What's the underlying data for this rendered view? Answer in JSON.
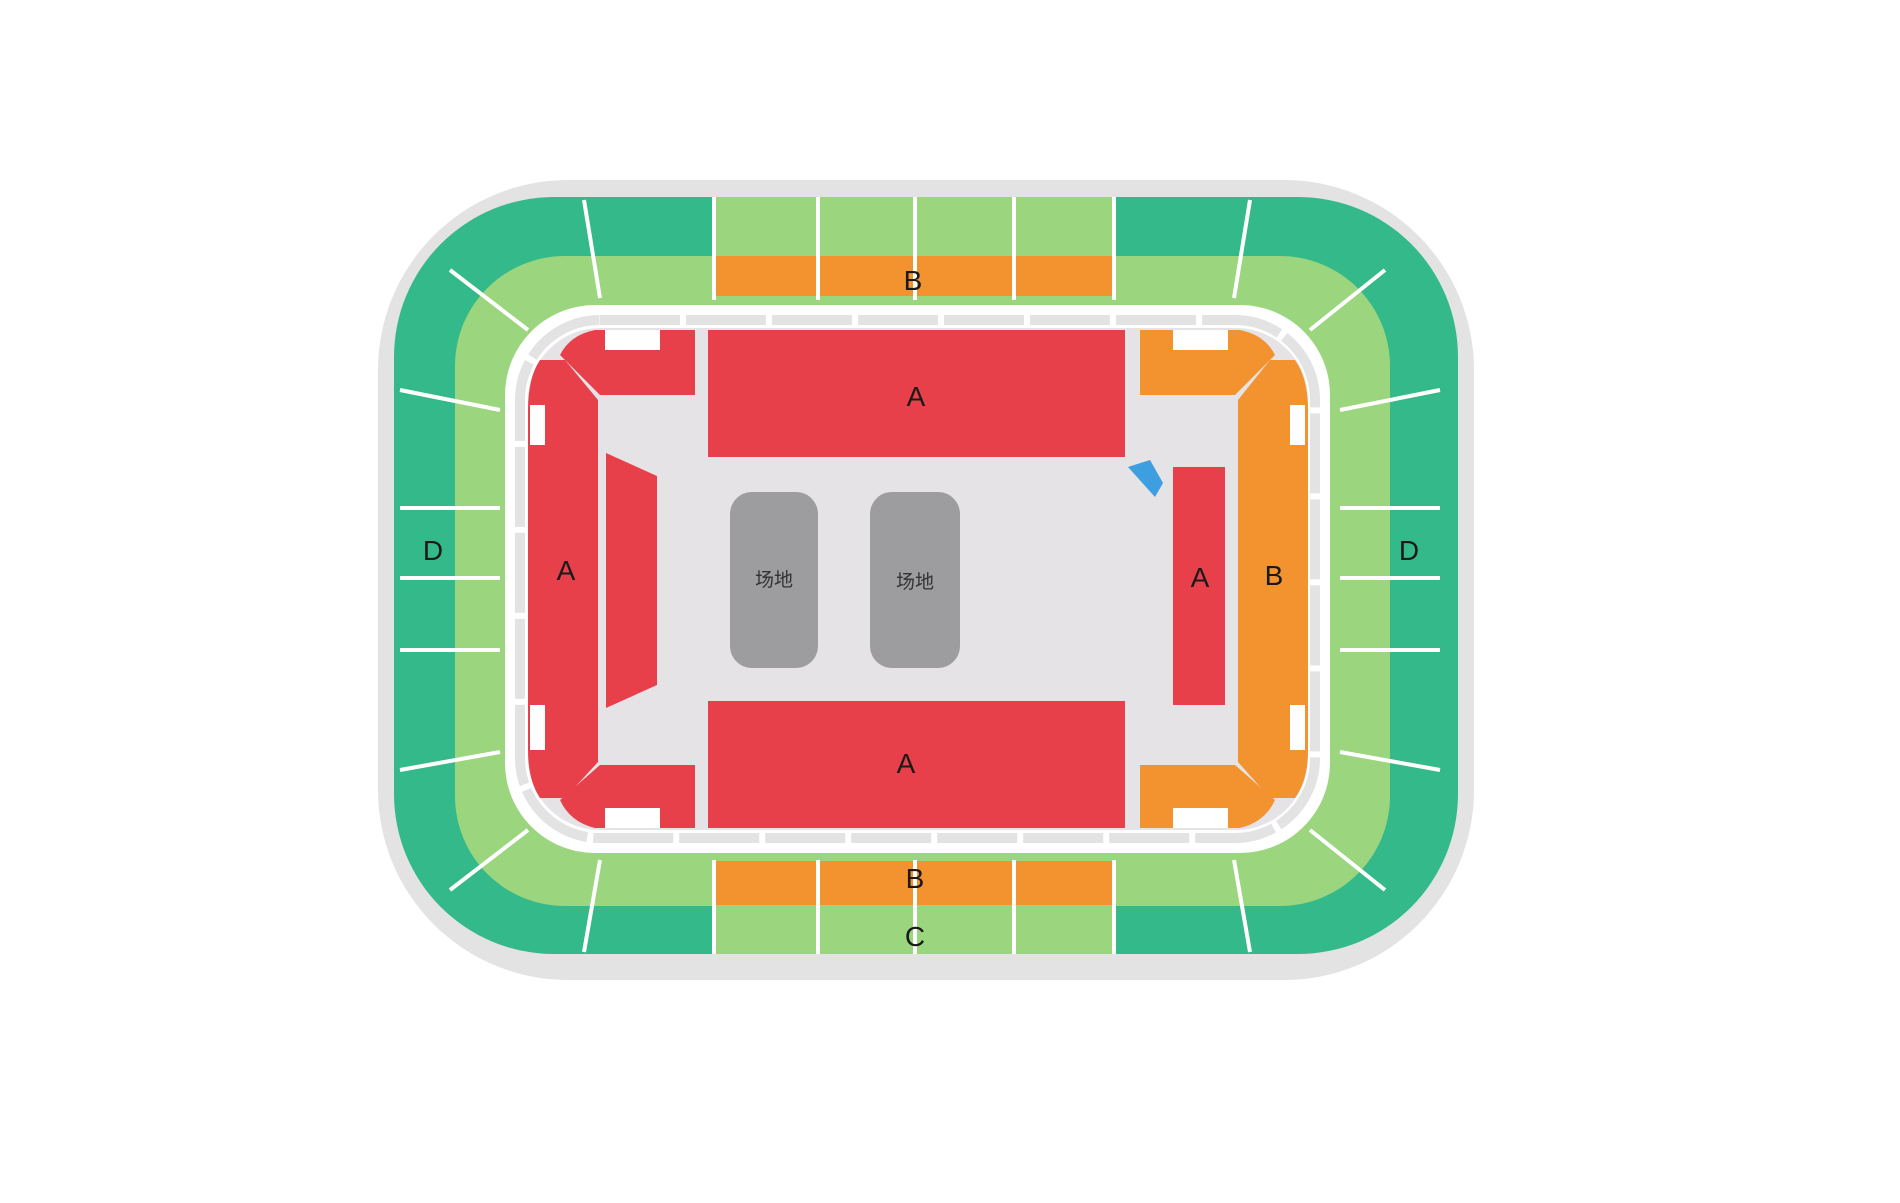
{
  "colors": {
    "zone_a": "#e8404b",
    "zone_b": "#f29330",
    "zone_c": "#9bd57e",
    "zone_d": "#34b98a",
    "field": "#9d9c9f",
    "floor": "#e5e3e6",
    "concourse": "#e3e3e3",
    "marker": "#3d9ee0"
  },
  "labels": {
    "a_top": "A",
    "a_bottom": "A",
    "a_left": "A",
    "a_right": "A",
    "b_top": "B",
    "b_bottom": "B",
    "b_right": "B",
    "c_bottom": "C",
    "d_left": "D",
    "d_right": "D",
    "field_1": "场地",
    "field_2": "场地"
  }
}
